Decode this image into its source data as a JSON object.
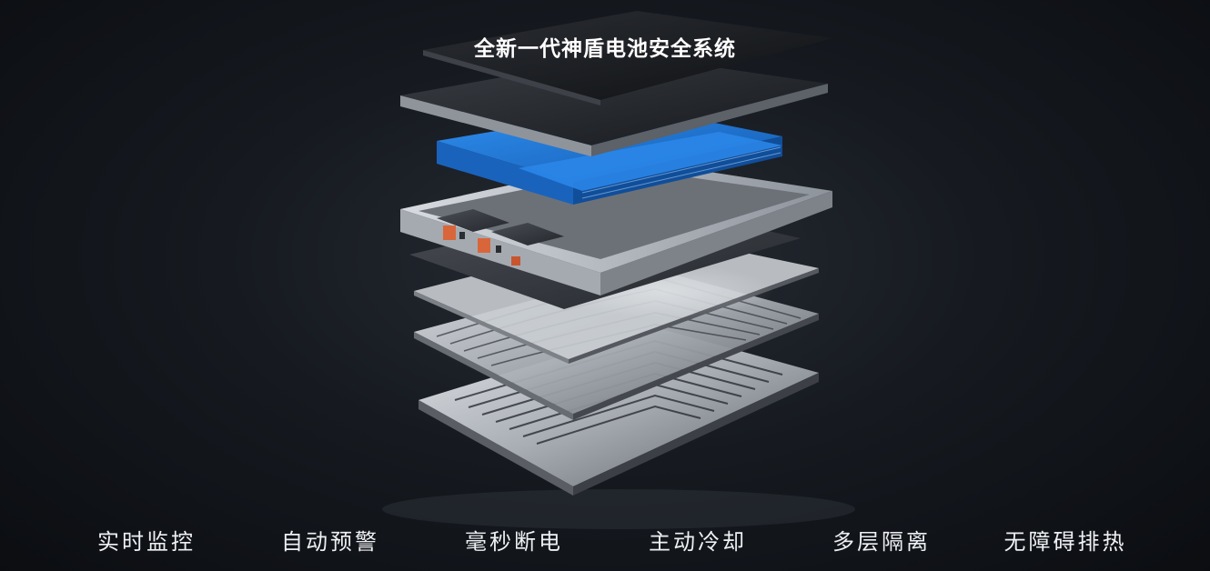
{
  "title": "全新一代神盾电池安全系统",
  "features": [
    {
      "label": "实时监控"
    },
    {
      "label": "自动预警"
    },
    {
      "label": "毫秒断电"
    },
    {
      "label": "主动冷却"
    },
    {
      "label": "多层隔离"
    },
    {
      "label": "无障碍排热"
    }
  ],
  "colors": {
    "background": "#14181e",
    "cell_blue": "#1f78d6",
    "frame_silver": "#b9bec5",
    "connector_orange": "#d9663a",
    "text": "#ffffff"
  }
}
